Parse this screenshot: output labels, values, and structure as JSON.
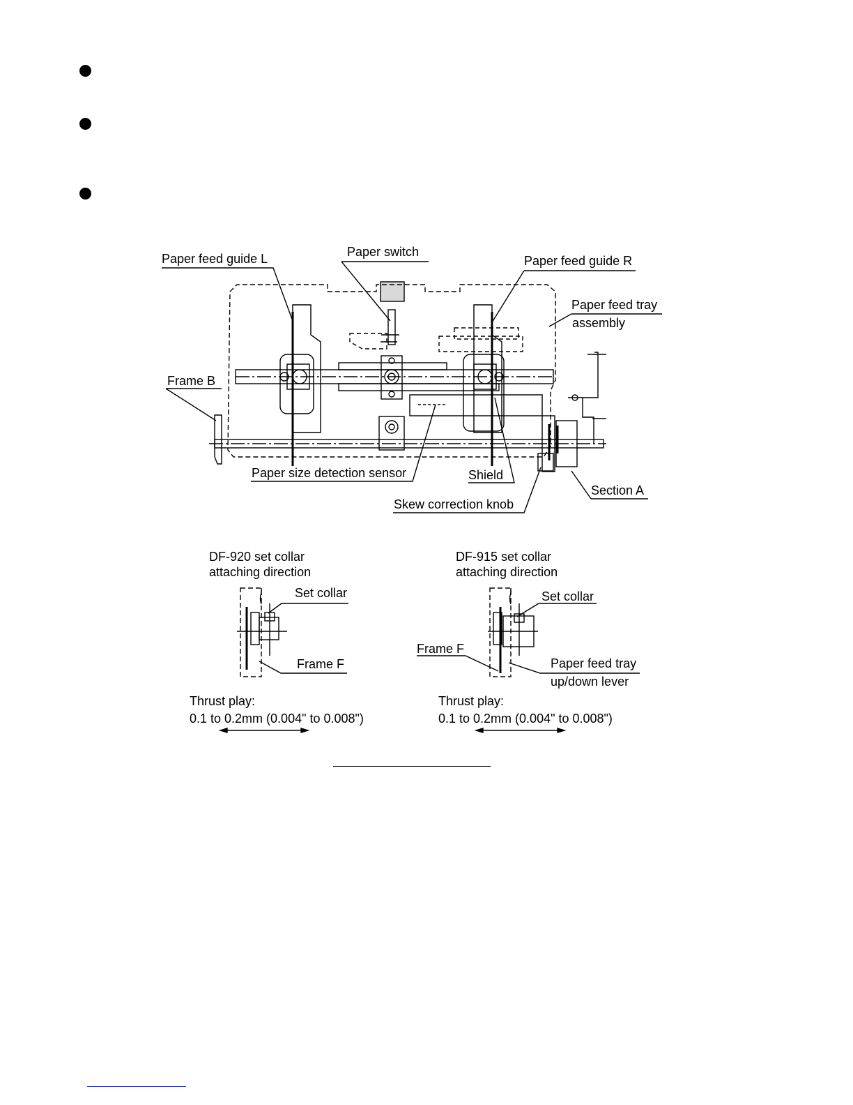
{
  "bullets": [
    {
      "text": ""
    },
    {
      "text": ""
    },
    {
      "text": ""
    }
  ],
  "labels": {
    "paper_feed_guide_l": "Paper feed guide L",
    "paper_switch": "Paper switch",
    "paper_feed_guide_r": "Paper feed guide R",
    "paper_feed_tray_line1": "Paper feed tray",
    "paper_feed_tray_line2": "assembly",
    "frame_b": "Frame B",
    "paper_size_detection_sensor": "Paper size detection sensor",
    "shield": "Shield",
    "section_a": "Section A",
    "skew_correction_knob": "Skew correction knob"
  },
  "detail_left": {
    "title_line1": "DF-920 set collar",
    "title_line2": "attaching direction",
    "set_collar": "Set collar",
    "frame_f": "Frame F",
    "thrust_line1": "Thrust play:",
    "thrust_line2": "0.1 to 0.2mm (0.004\" to 0.008\")"
  },
  "detail_right": {
    "title_line1": "DF-915 set collar",
    "title_line2": "attaching direction",
    "set_collar": "Set collar",
    "frame_f": "Frame F",
    "lever_line1": "Paper feed tray",
    "lever_line2": "up/down lever",
    "thrust_line1": "Thrust play:",
    "thrust_line2": "0.1 to 0.2mm (0.004\" to 0.008\")"
  }
}
